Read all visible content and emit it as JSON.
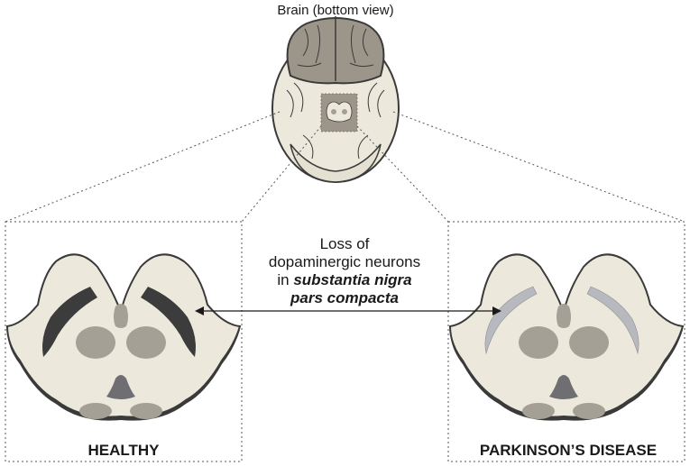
{
  "title": "Brain (bottom view)",
  "annotation": {
    "line1": "Loss of",
    "line2": "dopaminergic neurons",
    "line3_prefix": "in ",
    "line3_emph": "substantia nigra",
    "line4_emph": "pars compacta"
  },
  "panels": {
    "left_label": "HEALTHY",
    "right_label": "PARKINSON’S DISEASE"
  },
  "colors": {
    "cream": "#ece9dc",
    "brain_dark": "#9c968a",
    "nucleus_gray": "#a4a095",
    "nigra_healthy": "#3c3c3c",
    "nigra_parkinson": "#b7b9be",
    "aqueduct": "#6f6f73",
    "outline": "#3a3a3a"
  }
}
